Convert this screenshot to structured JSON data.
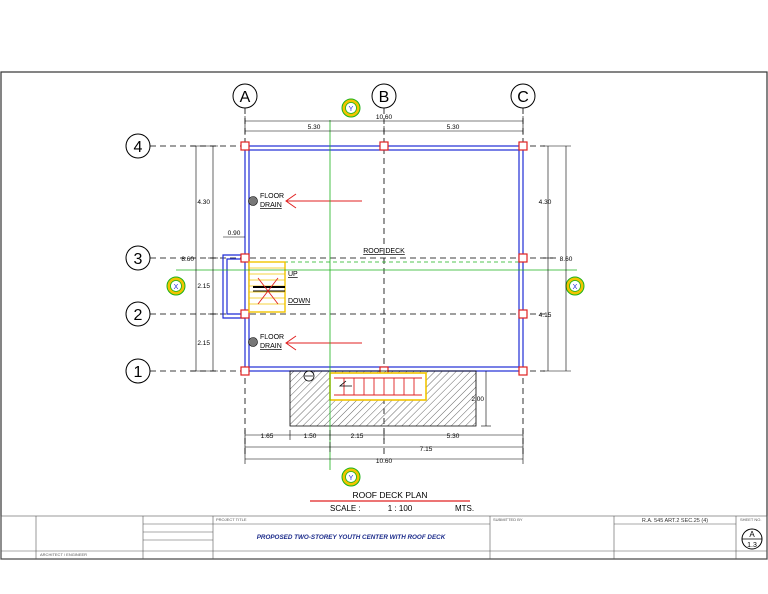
{
  "grid": {
    "columns": [
      "A",
      "B",
      "C"
    ],
    "rows": [
      "4",
      "3",
      "2",
      "1"
    ],
    "section_marker": "Y",
    "elevation_marker": "X"
  },
  "dimensions": {
    "top_total": "10.60",
    "top_left": "5.30",
    "top_right": "5.30",
    "left_upper": "4.30",
    "left_mid": "2.15",
    "left_lower": "2.15",
    "left_total": "8.60",
    "stair_width": "0.90",
    "right_upper": "4.30",
    "right_lower": "4.15",
    "right_total": "8.60",
    "bottom_1": "1.65",
    "bottom_2": "1.50",
    "bottom_3": "2.15",
    "bottom_4": "5.30",
    "bottom_sub": "7.15",
    "bottom_total": "10.60",
    "ramp_depth": "2.00"
  },
  "labels": {
    "floor_drain_1": "FLOOR",
    "floor_drain_2": "DRAIN",
    "roof_deck": "ROOF DECK",
    "stair_up": "UP",
    "stair_down": "DOWN"
  },
  "title": {
    "drawing_title": "ROOF DECK PLAN",
    "scale_label": "SCALE :",
    "scale_value": "1 : 100",
    "scale_unit": "MTS."
  },
  "titleblock": {
    "project_title_label": "PROJECT TITLE",
    "project_title": "PROPOSED TWO-STOREY YOUTH CENTER WITH ROOF DECK",
    "submitted_by": "SUBMITTED BY",
    "law": "R.A. 545 ART.2 SEC.25 (4)",
    "sheet_no_label": "SHEET NO.",
    "sheet_letter": "A",
    "sheet_number": "1.3",
    "architect": "ARCHITECT / ENGINEER"
  },
  "colors": {
    "line": "#000000",
    "wall_blue": "#1f2bd6",
    "column_red": "#e02020",
    "stair_yellow": "#f2c400",
    "marker_green": "#1bb31b",
    "hatch": "#555555"
  }
}
